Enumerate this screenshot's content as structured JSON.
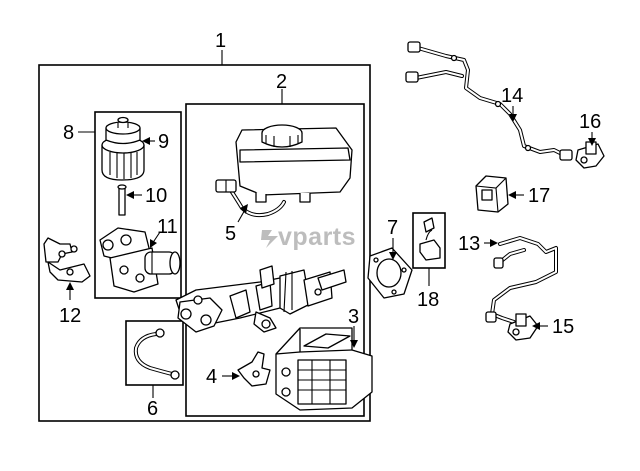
{
  "watermark": "vparts",
  "callouts": {
    "c1": "1",
    "c2": "2",
    "c3": "3",
    "c4": "4",
    "c5": "5",
    "c6": "6",
    "c7": "7",
    "c8": "8",
    "c9": "9",
    "c10": "10",
    "c11": "11",
    "c12": "12",
    "c13": "13",
    "c14": "14",
    "c15": "15",
    "c16": "16",
    "c17": "17",
    "c18": "18"
  }
}
